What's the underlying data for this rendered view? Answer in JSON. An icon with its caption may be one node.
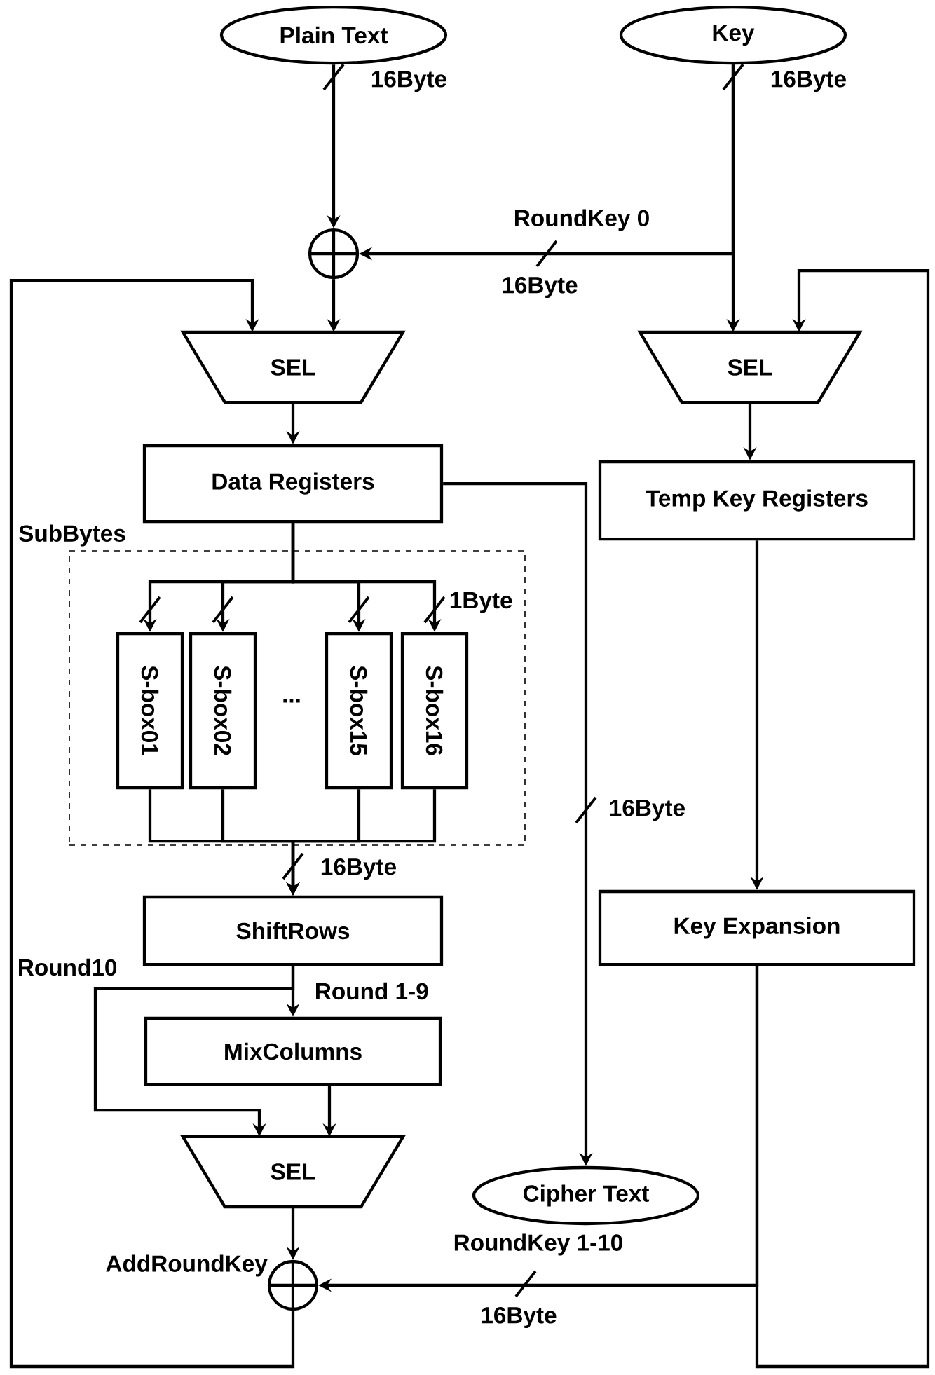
{
  "diagram": {
    "nodes": [
      {
        "text": [
          "Plain Text"
        ]
      },
      {
        "text": [
          "Key"
        ]
      },
      {
        "text": [],
        "shape": "circle"
      },
      {
        "text": [
          "SEL"
        ]
      },
      {
        "text": [
          "SEL"
        ]
      },
      {
        "text": [
          "Data Registers"
        ]
      },
      {
        "text": [
          "Temp Key Registers"
        ]
      },
      {
        "text": [
          "SubBytes"
        ]
      },
      {
        "text": [
          "S-box01"
        ],
        "in": 7
      },
      {
        "text": [
          "S-box02"
        ],
        "in": 7
      },
      {
        "text": [
          "S-box15"
        ],
        "in": 7
      },
      {
        "text": [
          "S-box16"
        ],
        "in": 7
      },
      {
        "text": [
          "ShiftRows"
        ]
      },
      {
        "text": [
          "Key Expansion"
        ]
      },
      {
        "text": [
          "MixColumns"
        ]
      },
      {
        "text": [
          "SEL"
        ]
      },
      {
        "text": [
          "Cipher Text"
        ]
      },
      {
        "text": [],
        "shape": "circle",
        "beside": [
          "AddRoundKey"
        ]
      }
    ],
    "edges": [
      {
        "from": 0,
        "to": 2,
        "arrow": "to",
        "label": "16Byte"
      },
      {
        "from": 1,
        "to": 4,
        "arrow": "to",
        "label": "16Byte"
      },
      {
        "from": 1,
        "to": 2,
        "arrow": "to",
        "label": "RoundKey 0"
      },
      {
        "from": 2,
        "to": 3,
        "arrow": "to"
      },
      {
        "from": 3,
        "to": 5,
        "arrow": "to"
      },
      {
        "from": 4,
        "to": 6,
        "arrow": "to"
      },
      {
        "from": 5,
        "to": 8,
        "arrow": "to"
      },
      {
        "from": 5,
        "to": 9,
        "arrow": "to"
      },
      {
        "from": 5,
        "to": 10,
        "arrow": "to"
      },
      {
        "from": 5,
        "to": 11,
        "arrow": "to",
        "label": "1Byte"
      },
      {
        "from": 8,
        "to": 12,
        "arrow": "to"
      },
      {
        "from": 9,
        "to": 12,
        "arrow": "to"
      },
      {
        "from": 10,
        "to": 12,
        "arrow": "to"
      },
      {
        "from": 11,
        "to": 12,
        "arrow": "to",
        "label": "16Byte"
      },
      {
        "from": 5,
        "to": 16,
        "arrow": "to",
        "label": "16Byte"
      },
      {
        "from": 6,
        "to": 13,
        "arrow": "to"
      },
      {
        "from": 12,
        "to": 14,
        "arrow": "to",
        "label": "Round 1-9"
      },
      {
        "from": 12,
        "to": 15,
        "arrow": "to",
        "label": "Round10"
      },
      {
        "from": 14,
        "to": 15,
        "arrow": "to"
      },
      {
        "from": 15,
        "to": 17,
        "arrow": "to"
      },
      {
        "from": 13,
        "to": 17,
        "arrow": "to",
        "label": "RoundKey 1-10"
      },
      {
        "from": 17,
        "to": 3,
        "arrow": "to"
      },
      {
        "from": 13,
        "to": 4,
        "arrow": "to"
      }
    ],
    "labels": [
      "16Byte",
      "...",
      "16Byte"
    ]
  }
}
